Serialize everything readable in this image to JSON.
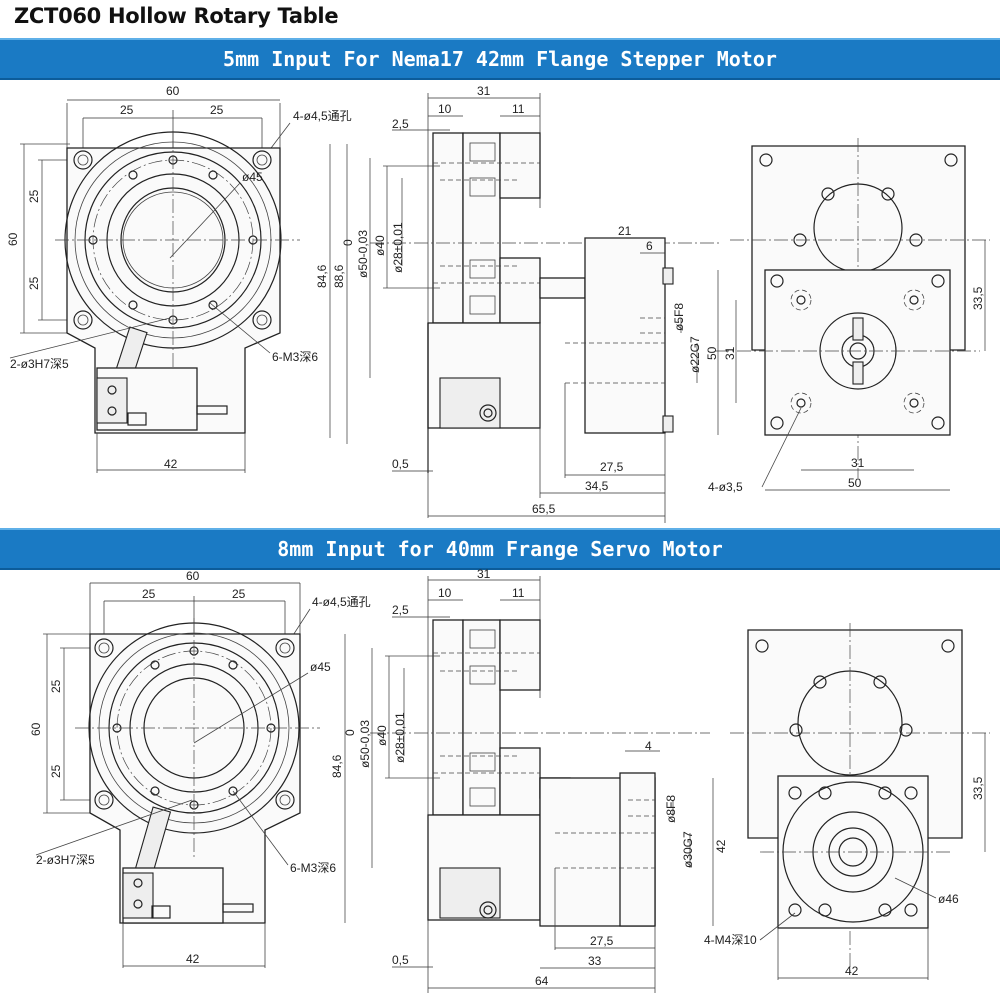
{
  "title": "ZCT060 Hollow Rotary Table",
  "section1": {
    "banner": "5mm Input For Nema17 42mm Flange Stepper Motor",
    "front": {
      "dim_60": "60",
      "dim_25a": "25",
      "dim_25b": "25",
      "holes_4": "4-ø4,5通孔",
      "dia_45": "ø45",
      "left_60": "60",
      "left_25a": "25",
      "left_25b": "25",
      "right_846": "84,6",
      "right_886": "88,6",
      "pin_holes": "2-ø3H7深5",
      "tap_holes": "6-M3深6",
      "bottom_42": "42"
    },
    "side": {
      "top_31": "31",
      "top_10": "10",
      "top_11": "11",
      "top_25": "2,5",
      "v_0": "0",
      "v_50": "ø50-0,03",
      "v_40": "ø40",
      "v_28": "ø28±0,01",
      "r_21": "21",
      "r_6": "6",
      "r_5f8": "ø5F8",
      "r_22g7": "ø22G7",
      "b_05": "0,5",
      "b_275": "27,5",
      "b_345": "34,5",
      "b_655": "65,5"
    },
    "rear": {
      "v_335": "33,5",
      "v_50": "50",
      "v_31": "31",
      "b_31": "31",
      "b_50": "50",
      "holes": "4-ø3,5"
    }
  },
  "section2": {
    "banner": "8mm Input for 40mm Frange  Servo Motor",
    "front": {
      "dim_60": "60",
      "dim_25a": "25",
      "dim_25b": "25",
      "holes_4": "4-ø4,5通孔",
      "dia_45": "ø45",
      "left_60": "60",
      "left_25a": "25",
      "left_25b": "25",
      "right_846": "84,6",
      "pin_holes": "2-ø3H7深5",
      "tap_holes": "6-M3深6",
      "bottom_42": "42"
    },
    "side": {
      "top_31": "31",
      "top_10": "10",
      "top_11": "11",
      "top_25": "2,5",
      "v_0": "0",
      "v_50": "ø50-0,03",
      "v_40": "ø40",
      "v_28": "ø28±0,01",
      "r_4": "4",
      "r_8f8": "ø8F8",
      "r_30g7": "ø30G7",
      "r_42": "42",
      "b_05": "0,5",
      "b_275": "27,5",
      "b_33": "33",
      "b_64": "64"
    },
    "rear": {
      "v_335": "33,5",
      "dia_46": "ø46",
      "holes": "4-M4深10",
      "b_42": "42"
    }
  }
}
